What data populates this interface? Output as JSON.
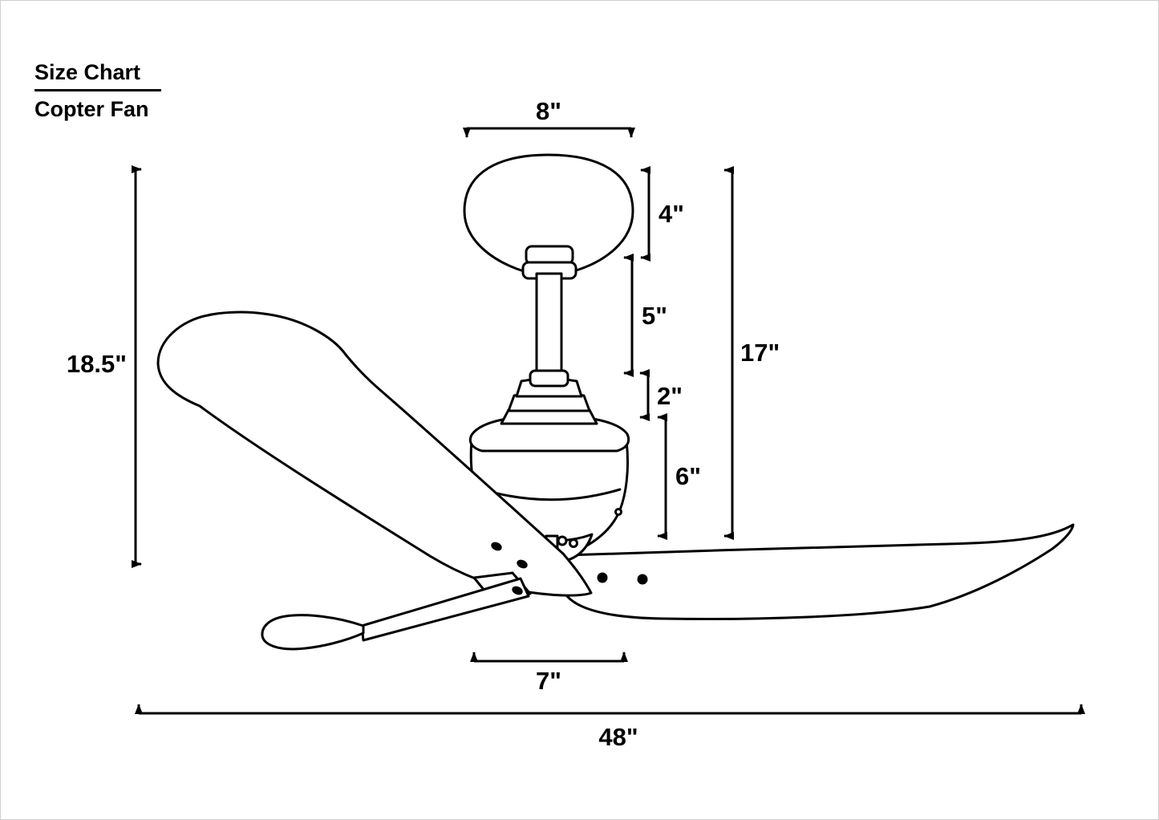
{
  "title": {
    "heading": "Size Chart",
    "subheading": "Copter Fan"
  },
  "diagram": {
    "subject": "ceiling-fan-dimension-drawing",
    "colors": {
      "line": "#000000",
      "background": "#ffffff"
    },
    "dimensions": {
      "canopy_width": "8\"",
      "canopy_height": "4\"",
      "downrod_length": "5\"",
      "coupling_height": "2\"",
      "motor_height": "6\"",
      "total_drop": "17\"",
      "overall_height": "18.5\"",
      "motor_base_width": "7\"",
      "blade_sweep": "48\""
    }
  }
}
